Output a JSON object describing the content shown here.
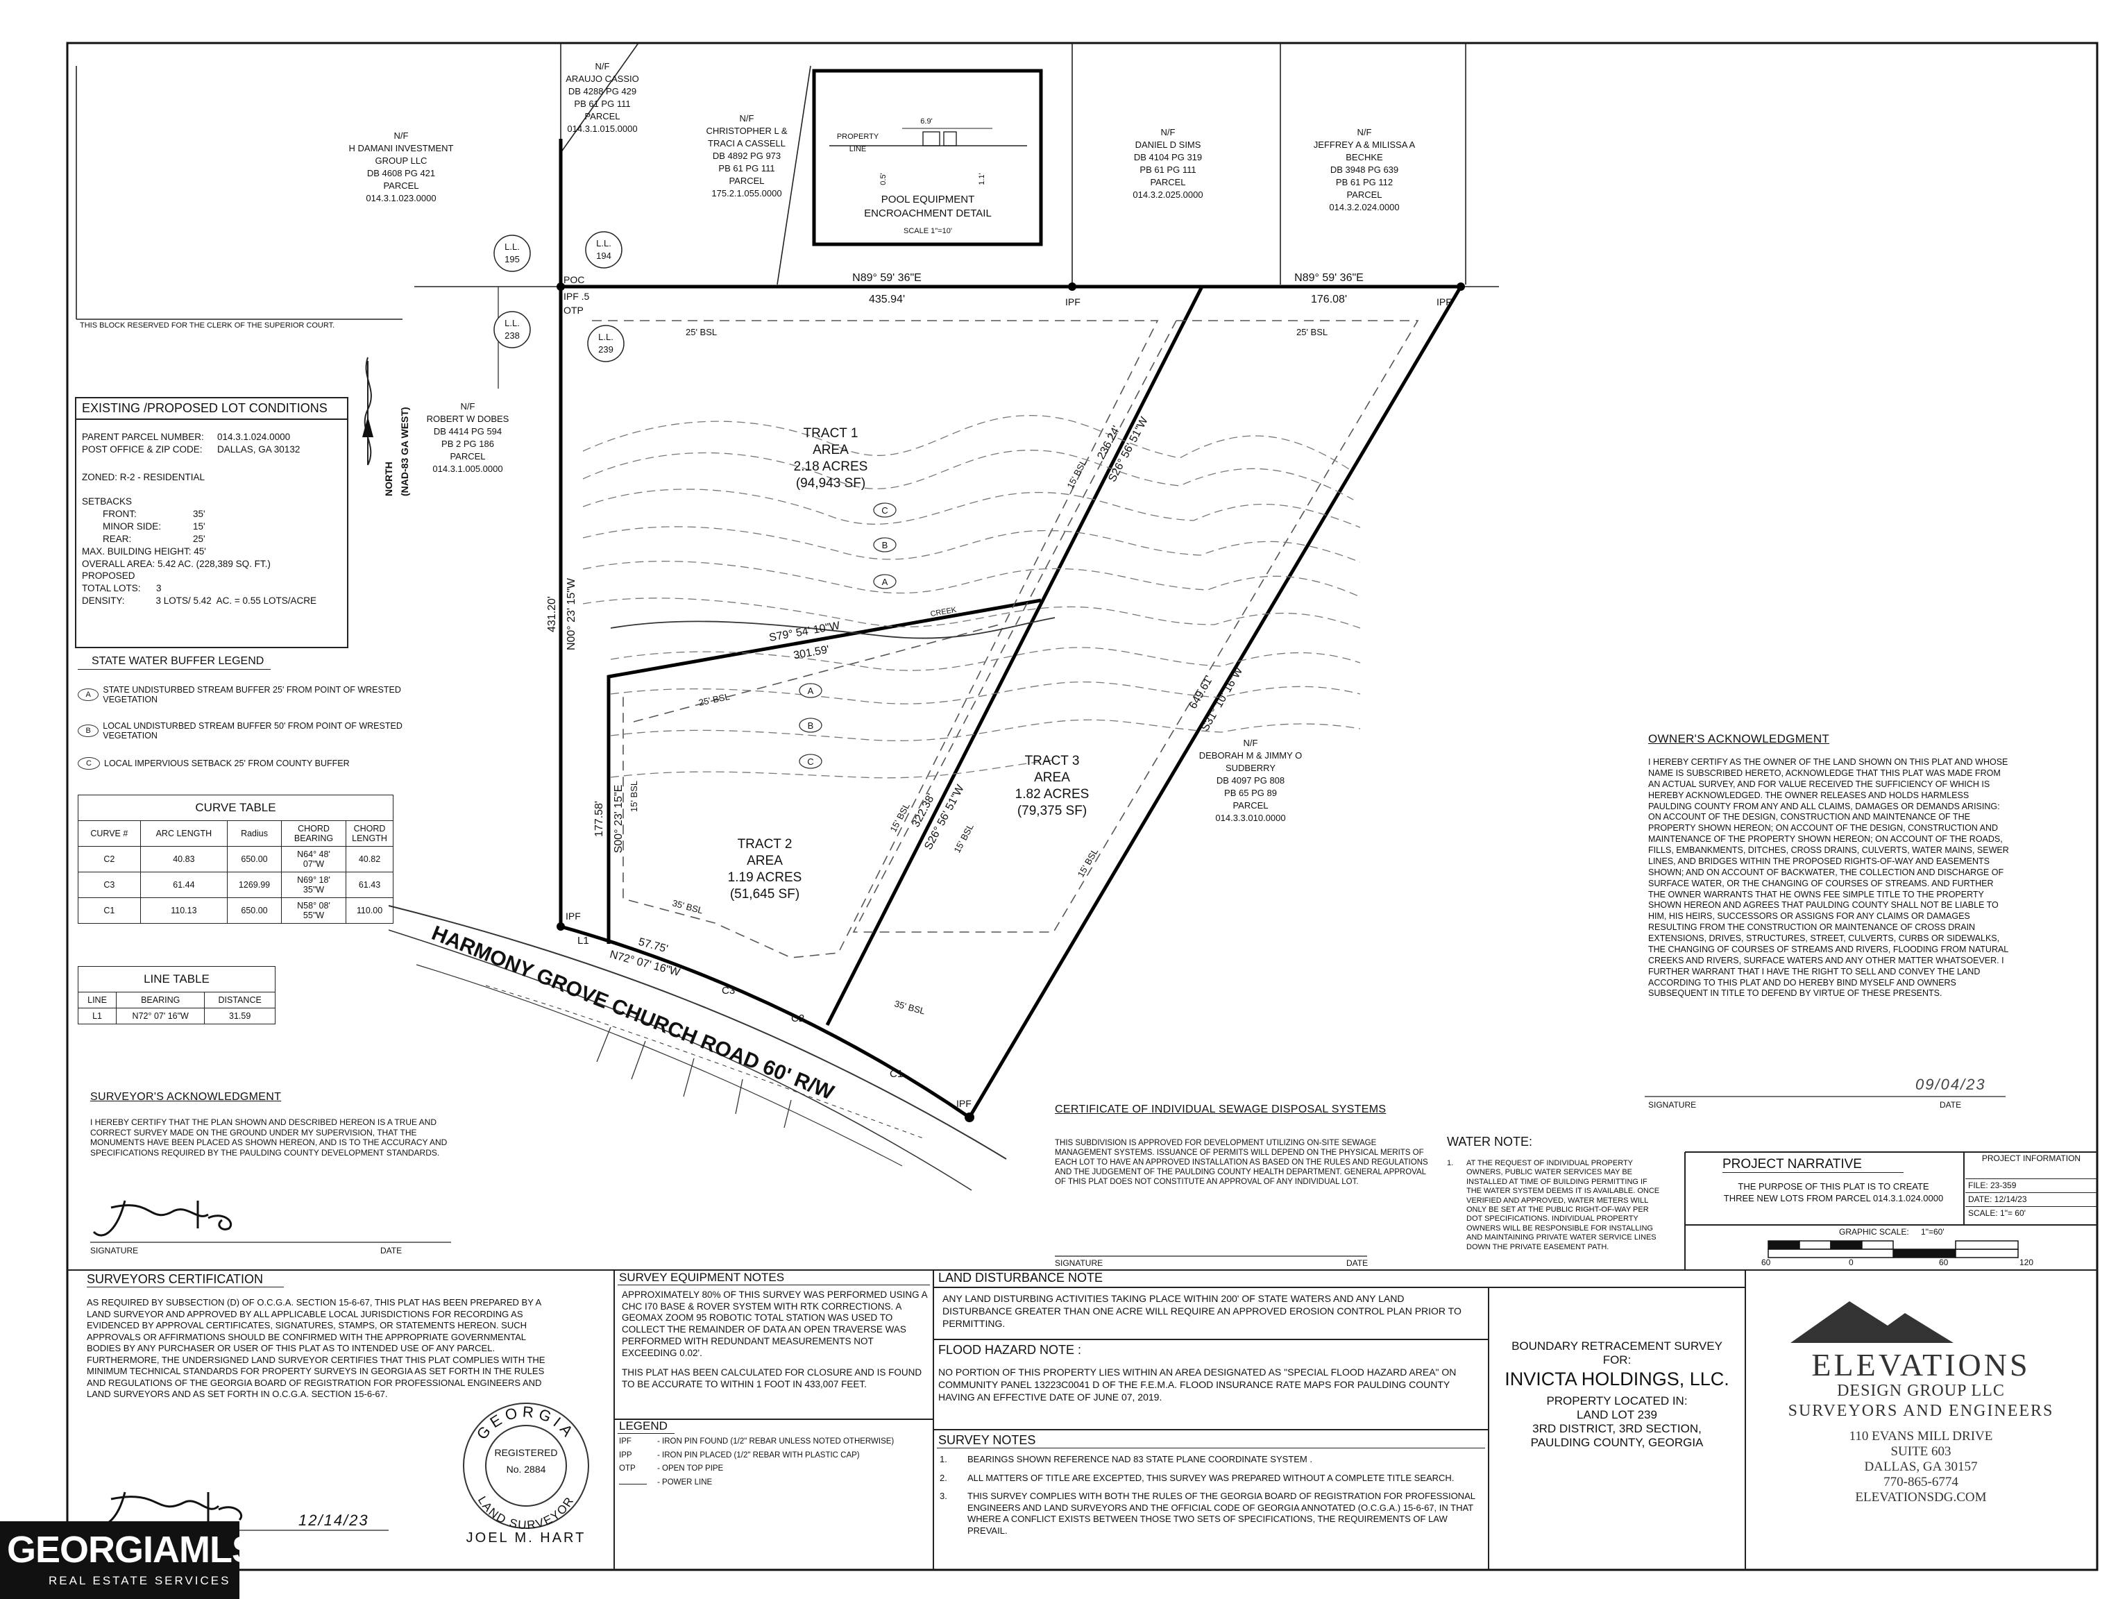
{
  "neighbors": {
    "damani": [
      "N/F",
      "H DAMANI INVESTMENT",
      "GROUP LLC",
      "DB 4608 PG 421",
      "PARCEL",
      "014.3.1.023.0000"
    ],
    "araujo": [
      "N/F",
      "ARAUJO CASSIO",
      "DB 4288 PG 429",
      "PB 61 PG 111",
      "PARCEL",
      "014.3.1.015.0000"
    ],
    "cassell": [
      "N/F",
      "CHRISTOPHER L &",
      "TRACI A CASSELL",
      "DB 4892 PG 973",
      "PB 61 PG 111",
      "PARCEL",
      "175.2.1.055.0000"
    ],
    "sims": [
      "N/F",
      "DANIEL D SIMS",
      "DB 4104 PG 319",
      "PB 61 PG 111",
      "PARCEL",
      "014.3.2.025.0000"
    ],
    "bechke": [
      "N/F",
      "JEFFREY A & MILISSA A",
      "BECHKE",
      "DB 3948 PG 639",
      "PB 61 PG 112",
      "PARCEL",
      "014.3.2.024.0000"
    ],
    "dobes": [
      "N/F",
      "ROBERT W DOBES",
      "DB 4414 PG 594",
      "PB 2 PG 186",
      "PARCEL",
      "014.3.1.005.0000"
    ],
    "sudberry": [
      "N/F",
      "DEBORAH M & JIMMY O",
      "SUDBERRY",
      "DB 4097 PG 808",
      "PB 65 PG 89",
      "PARCEL",
      "014.3.3.010.0000"
    ]
  },
  "clerk_note": "THIS BLOCK RESERVED FOR THE CLERK OF THE SUPERIOR COURT.",
  "pool_detail": {
    "title": "POOL EQUIPMENT",
    "title2": "ENCROACHMENT DETAIL",
    "scale": "SCALE 1\"=10'",
    "property_line": "PROPERTY",
    "line": "LINE",
    "dim_top": "6.9'",
    "dim_left": "0.5'",
    "dim_right": "1.1'"
  },
  "land_lots": [
    "L.L. 195",
    "L.L. 194",
    "L.L. 238",
    "L.L. 239"
  ],
  "survey_labels": {
    "poc": "POC",
    "ipf_5": "IPF .5",
    "otp": "OTP",
    "ipf": "IPF",
    "bearing_top_left": "N89° 59' 36\"E",
    "dist_top_left": "435.94'",
    "bearing_top_right": "N89° 59' 36\"E",
    "dist_top_right": "176.08'",
    "west_dist": "431.20'",
    "west_bearing": "N00° 23' 15\"W",
    "t2_west_dist": "177.58'",
    "t2_west_bearing": "S00° 23' 15\"E",
    "mid_bearing": "S79° 54' 10\"W",
    "mid_dist": "301.59'",
    "creek": "CREEK",
    "d1": "236.24'",
    "b1": "S26° 56' 51\"W",
    "d2": "322.38'",
    "b2": "S26° 56' 51\"W",
    "d3": "649.61'",
    "b3": "S31° 10' 16\"W",
    "road_dist": "57.75'",
    "road_bearing": "N72° 07' 16\"W",
    "l1": "L1",
    "c1": "C1",
    "c2": "C2",
    "c3": "C3",
    "bsl25": "25' BSL",
    "bsl15": "15' BSL",
    "bsl35": "35' BSL",
    "road_name": "HARMONY GROVE CHURCH ROAD  60' R/W",
    "north": "NORTH",
    "nad": "(NAD-83 GA WEST)",
    "buffer_a": "A",
    "buffer_b": "B",
    "buffer_c": "C"
  },
  "tracts": [
    {
      "name": "TRACT 1",
      "area_label": "AREA",
      "acres": "2.18 ACRES",
      "sf": "(94,943 SF)"
    },
    {
      "name": "TRACT 2",
      "area_label": "AREA",
      "acres": "1.19 ACRES",
      "sf": "(51,645 SF)"
    },
    {
      "name": "TRACT 3",
      "area_label": "AREA",
      "acres": "1.82 ACRES",
      "sf": "(79,375 SF)"
    }
  ],
  "lot_conditions": {
    "title": "EXISTING /PROPOSED LOT CONDITIONS",
    "rows": [
      [
        "PARENT PARCEL NUMBER:",
        "014.3.1.024.0000"
      ],
      [
        "POST OFFICE & ZIP CODE:",
        "DALLAS, GA 30132"
      ]
    ],
    "zoned": "ZONED: R-2 - RESIDENTIAL",
    "setbacks": "SETBACKS",
    "setback_rows": [
      [
        "FRONT:",
        "35'"
      ],
      [
        "MINOR SIDE:",
        "15'"
      ],
      [
        "REAR:",
        "25'"
      ]
    ],
    "max_height": "MAX. BUILDING HEIGHT: 45'",
    "overall": "OVERALL AREA: 5.42 AC. (228,389 SQ. FT.)",
    "proposed": "PROPOSED",
    "total_lots": "TOTAL LOTS:      3",
    "density": "DENSITY:            3 LOTS/ 5.42  AC. = 0.55 LOTS/ACRE"
  },
  "buffer_legend": {
    "title": "STATE WATER BUFFER LEGEND",
    "items": [
      {
        "key": "A",
        "text": "STATE UNDISTURBED STREAM BUFFER 25' FROM POINT OF WRESTED VEGETATION"
      },
      {
        "key": "B",
        "text": "LOCAL UNDISTURBED STREAM BUFFER 50' FROM POINT OF WRESTED VEGETATION"
      },
      {
        "key": "C",
        "text": "LOCAL IMPERVIOUS SETBACK 25' FROM COUNTY BUFFER"
      }
    ]
  },
  "curve_table": {
    "title": "CURVE TABLE",
    "headers": [
      "CURVE #",
      "ARC LENGTH",
      "Radius",
      "CHORD BEARING",
      "CHORD LENGTH"
    ],
    "rows": [
      [
        "C2",
        "40.83",
        "650.00",
        "N64° 48' 07\"W",
        "40.82"
      ],
      [
        "C3",
        "61.44",
        "1269.99",
        "N69° 18' 35\"W",
        "61.43"
      ],
      [
        "C1",
        "110.13",
        "650.00",
        "N58° 08' 55\"W",
        "110.00"
      ]
    ]
  },
  "line_table": {
    "title": "LINE TABLE",
    "headers": [
      "LINE",
      "BEARING",
      "DISTANCE"
    ],
    "rows": [
      [
        "L1",
        "N72° 07' 16\"W",
        "31.59"
      ]
    ]
  },
  "surveyor_ack": {
    "title": "SURVEYOR'S ACKNOWLEDGMENT",
    "text": "I HEREBY CERTIFY THAT THE PLAN SHOWN AND DESCRIBED HEREON IS A TRUE AND CORRECT SURVEY MADE ON THE GROUND UNDER MY SUPERVISION, THAT THE MONUMENTS HAVE BEEN PLACED AS SHOWN HEREON, AND IS TO THE ACCURACY AND SPECIFICATIONS REQUIRED BY THE PAULDING COUNTY DEVELOPMENT STANDARDS.",
    "signature": "SIGNATURE",
    "date": "DATE"
  },
  "sewage": {
    "title": "CERTIFICATE OF INDIVIDUAL SEWAGE DISPOSAL SYSTEMS",
    "text": "THIS SUBDIVISION IS APPROVED FOR DEVELOPMENT UTILIZING ON-SITE SEWAGE MANAGEMENT SYSTEMS. ISSUANCE OF PERMITS WILL DEPEND ON THE PHYSICAL MERITS OF EACH LOT TO HAVE AN APPROVED INSTALLATION AS BASED ON THE RULES AND REGULATIONS AND THE JUDGEMENT OF THE PAULDING COUNTY HEALTH DEPARTMENT. GENERAL APPROVAL OF THIS PLAT DOES NOT CONSTITUTE AN APPROVAL OF ANY INDIVIDUAL LOT.",
    "signature": "SIGNATURE",
    "date": "DATE"
  },
  "water_note": {
    "title": "WATER NOTE:",
    "num": "1.",
    "text": "AT THE REQUEST OF INDIVIDUAL PROPERTY OWNERS, PUBLIC WATER SERVICES MAY BE INSTALLED AT TIME OF BUILDING PERMITTING IF THE WATER SYSTEM DEEMS IT IS AVAILABLE.  ONCE VERIFIED AND APPROVED, WATER METERS WILL ONLY BE SET AT THE PUBLIC RIGHT-OF-WAY PER DOT SPECIFICATIONS.  INDIVIDUAL PROPERTY OWNERS WILL BE RESPONSIBLE FOR INSTALLING AND MAINTAINING PRIVATE WATER SERVICE LINES DOWN THE PRIVATE EASEMENT PATH."
  },
  "owner_ack": {
    "title": "OWNER'S ACKNOWLEDGMENT",
    "text": "I HEREBY CERTIFY AS THE OWNER OF THE LAND SHOWN ON THIS PLAT AND WHOSE NAME IS SUBSCRIBED HERETO,  ACKNOWLEDGE THAT THIS PLAT WAS MADE FROM AN ACTUAL SURVEY, AND FOR VALUE RECEIVED THE SUFFICIENCY OF WHICH IS HEREBY ACKNOWLEDGED.  THE OWNER RELEASES AND HOLDS HARMLESS PAULDING COUNTY FROM ANY AND ALL CLAIMS, DAMAGES OR DEMANDS ARISING: ON ACCOUNT OF THE DESIGN, CONSTRUCTION AND MAINTENANCE OF THE PROPERTY SHOWN HEREON; ON ACCOUNT OF THE DESIGN, CONSTRUCTION AND MAINTENANCE OF THE PROPERTY SHOWN HEREON;  ON ACCOUNT OF THE ROADS, FILLS, EMBANKMENTS, DITCHES, CROSS DRAINS, CULVERTS, WATER MAINS, SEWER LINES, AND BRIDGES WITHIN THE PROPOSED RIGHTS-OF-WAY AND EASEMENTS SHOWN;  AND ON ACCOUNT OF BACKWATER, THE COLLECTION AND DISCHARGE OF SURFACE WATER, OR THE CHANGING OF COURSES OF STREAMS.  AND FURTHER THE OWNER WARRANTS THAT HE OWNS FEE SIMPLE TITLE TO THE PROPERTY SHOWN HEREON AND AGREES THAT PAULDING COUNTY SHALL NOT BE LIABLE TO HIM, HIS HEIRS, SUCCESSORS OR ASSIGNS FOR ANY CLAIMS OR DAMAGES RESULTING FROM THE CONSTRUCTION OR MAINTENANCE OF CROSS DRAIN EXTENSIONS, DRIVES, STRUCTURES, STREET, CULVERTS, CURBS OR SIDEWALKS, THE CHANGING OF COURSES OF STREAMS AND RIVERS, FLOODING FROM NATURAL CREEKS AND RIVERS, SURFACE WATERS AND ANY OTHER MATTER WHATSOEVER.  I FURTHER WARRANT THAT I HAVE THE RIGHT TO SELL AND CONVEY THE LAND ACCORDING TO THIS PLAT AND DO HEREBY BIND MYSELF AND OWNERS SUBSEQUENT IN TITLE TO DEFEND BY VIRTUE OF THESE PRESENTS.",
    "date_written": "09/04/23",
    "signature": "SIGNATURE",
    "date": "DATE"
  },
  "project": {
    "narrative_title": "PROJECT NARRATIVE",
    "narrative_text": "THE PURPOSE OF THIS PLAT IS TO CREATE THREE NEW LOTS  FROM PARCEL 014.3.1.024.0000",
    "info_title": "PROJECT INFORMATION",
    "file": "FILE: 23-359",
    "date": "DATE: 12/14/23",
    "scale": "SCALE: 1\"= 60'"
  },
  "graphic_scale": {
    "label": "GRAPHIC SCALE:",
    "value": "1\"=60'",
    "ticks": [
      "60",
      "0",
      "60",
      "120"
    ]
  },
  "surveyors_cert": {
    "title": "SURVEYORS CERTIFICATION",
    "text": "AS REQUIRED BY SUBSECTION (D) OF O.C.G.A. SECTION 15-6-67, THIS PLAT HAS BEEN PREPARED BY A LAND SURVEYOR AND APPROVED BY ALL APPLICABLE LOCAL JURISDICTIONS FOR RECORDING AS EVIDENCED BY APPROVAL CERTIFICATES, SIGNATURES, STAMPS, OR STATEMENTS HEREON. SUCH APPROVALS OR AFFIRMATIONS SHOULD BE CONFIRMED WITH THE APPROPRIATE GOVERNMENTAL BODIES BY ANY PURCHASER OR USER OF THIS PLAT AS TO INTENDED USE OF ANY PARCEL. FURTHERMORE, THE UNDERSIGNED LAND SURVEYOR CERTIFIES THAT THIS PLAT COMPLIES WITH THE MINIMUM TECHNICAL STANDARDS FOR PROPERTY SURVEYS IN GEORGIA AS SET FORTH IN THE RULES AND REGULATIONS OF THE GEORGIA BOARD OF REGISTRATION FOR PROFESSIONAL ENGINEERS AND LAND SURVEYORS AND AS SET FORTH IN O.C.G.A. SECTION 15-6-67.",
    "date_written": "12/14/23"
  },
  "seal": {
    "top": "GEORGIA",
    "registered": "REGISTERED",
    "number": "No. 2884",
    "profession": "LAND SURVEYOR",
    "name": "JOEL M. HART"
  },
  "equipment_notes": {
    "title": "SURVEY EQUIPMENT NOTES",
    "text1": "APPROXIMATELY 80% OF THIS SURVEY WAS PERFORMED USING A CHC I70 BASE & ROVER SYSTEM WITH RTK CORRECTIONS. A GEOMAX ZOOM 95 ROBOTIC TOTAL STATION WAS USED TO COLLECT THE REMAINDER OF DATA AN OPEN TRAVERSE WAS PERFORMED WITH REDUNDANT MEASUREMENTS NOT EXCEEDING 0.02'.",
    "text2": "THIS PLAT HAS BEEN CALCULATED FOR CLOSURE AND IS FOUND TO BE ACCURATE TO WITHIN 1 FOOT IN  433,007 FEET."
  },
  "legend": {
    "title": "LEGEND",
    "items": [
      [
        "IPF",
        "- IRON PIN FOUND (1/2\" REBAR UNLESS NOTED OTHERWISE)"
      ],
      [
        "IPP",
        "- IRON PIN PLACED (1/2\" REBAR WITH PLASTIC CAP)"
      ],
      [
        "OTP",
        "- OPEN TOP PIPE"
      ],
      [
        "",
        "- POWER LINE"
      ]
    ]
  },
  "land_disturbance": {
    "title": "LAND DISTURBANCE NOTE",
    "text": "ANY LAND DISTURBING ACTIVITIES TAKING PLACE WITHIN 200' OF STATE WATERS AND ANY LAND DISTURBANCE GREATER THAN ONE ACRE WILL REQUIRE AN APPROVED EROSION CONTROL PLAN PRIOR TO PERMITTING."
  },
  "flood": {
    "title": "FLOOD HAZARD NOTE :",
    "text": "NO PORTION OF THIS PROPERTY LIES WITHIN AN AREA DESIGNATED AS \"SPECIAL FLOOD HAZARD AREA\" ON COMMUNITY PANEL 13223C0041 D OF THE F.E.M.A. FLOOD INSURANCE RATE MAPS FOR PAULDING COUNTY HAVING AN EFFECTIVE DATE OF JUNE 07, 2019."
  },
  "survey_notes": {
    "title": "SURVEY NOTES",
    "items": [
      [
        "1.",
        "BEARINGS SHOWN REFERENCE NAD 83 STATE PLANE COORDINATE SYSTEM ."
      ],
      [
        "2.",
        "ALL MATTERS OF TITLE ARE EXCEPTED, THIS SURVEY WAS PREPARED WITHOUT A COMPLETE TITLE SEARCH."
      ],
      [
        "3.",
        "THIS SURVEY COMPLIES WITH BOTH THE RULES OF THE GEORGIA BOARD OF REGISTRATION FOR PROFESSIONAL ENGINEERS AND LAND SURVEYORS AND THE OFFICIAL CODE OF GEORGIA ANNOTATED (O.C.G.A.) 15-6-67, IN THAT WHERE A CONFLICT EXISTS BETWEEN THOSE TWO SETS OF SPECIFICATIONS, THE REQUIREMENTS OF LAW PREVAIL."
      ]
    ]
  },
  "title_block": {
    "survey_type": "BOUNDARY RETRACEMENT SURVEY",
    "for": "FOR:",
    "client": "INVICTA HOLDINGS, LLC.",
    "located": "PROPERTY LOCATED IN:",
    "land_lot": "LAND LOT 239",
    "district": "3RD DISTRICT, 3RD SECTION,",
    "county": "PAULDING COUNTY, GEORGIA"
  },
  "company": {
    "name": "ELEVATIONS",
    "sub": "DESIGN GROUP LLC",
    "tag": "SURVEYORS AND ENGINEERS",
    "addr1": "110 EVANS MILL DRIVE",
    "addr2": "SUITE 603",
    "addr3": "DALLAS, GA 30157",
    "phone": "770-865-6774",
    "web": "ELEVATIONSDG.COM"
  },
  "watermark": {
    "brand": "GEORGIAMLS",
    "sub": "REAL ESTATE SERVICES"
  }
}
